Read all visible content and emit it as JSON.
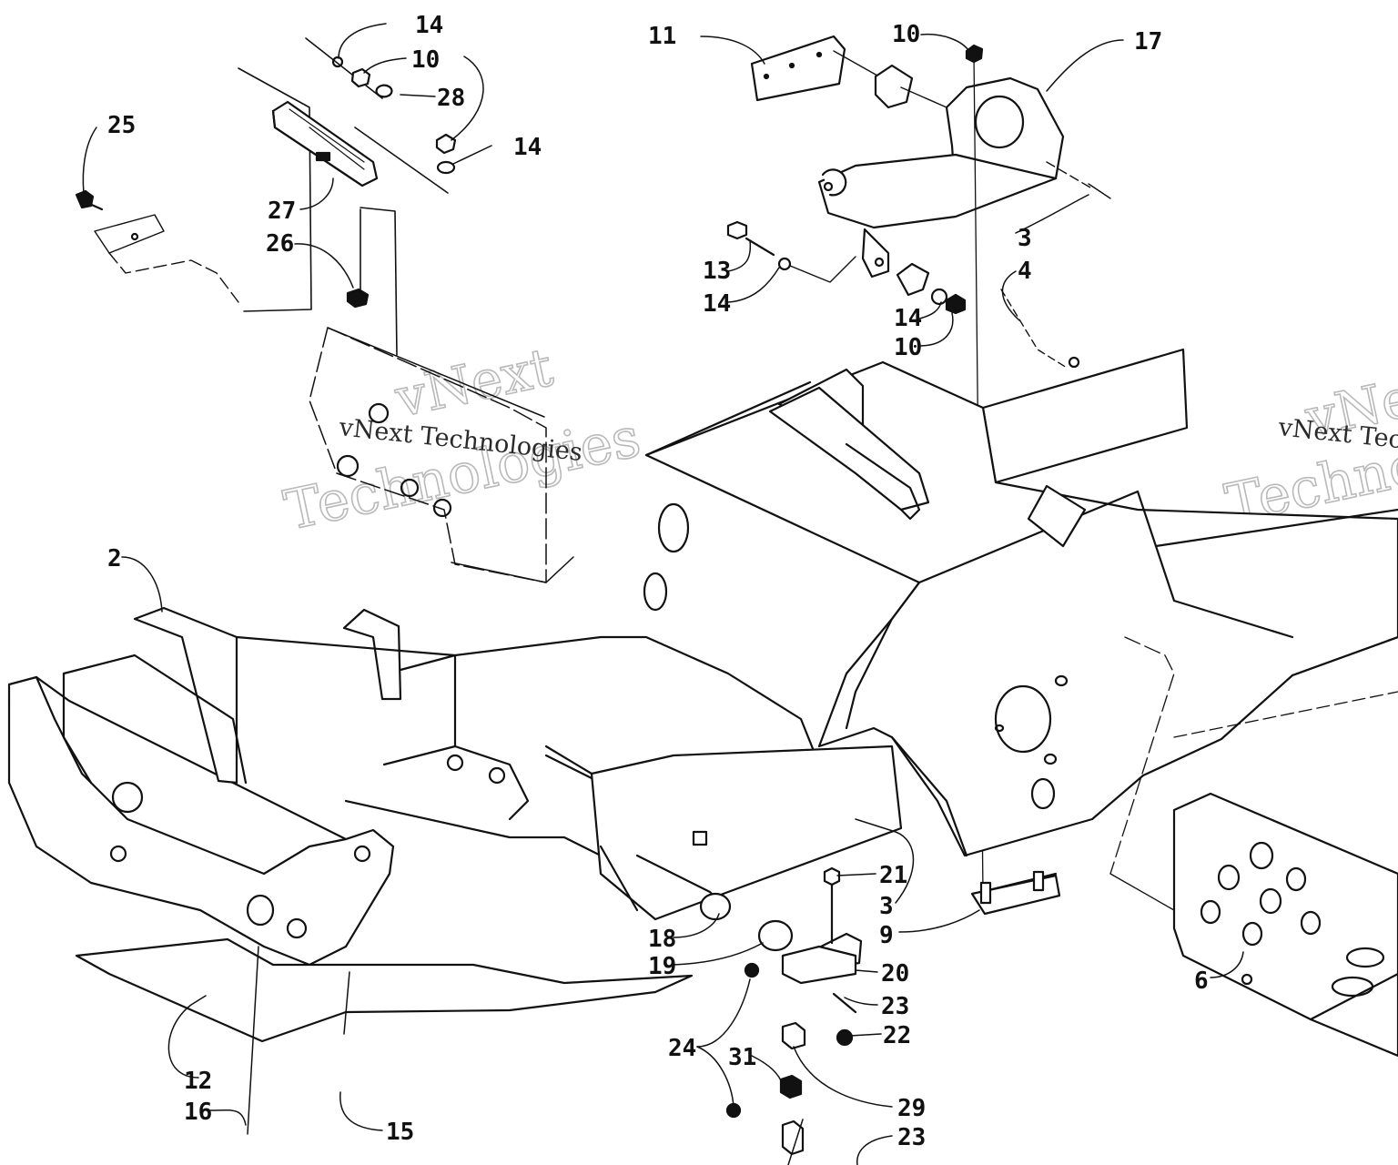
{
  "diagram": {
    "watermarks": [
      {
        "line1": "vNext",
        "line2": "Technologies",
        "overlay": "vNext Technologies"
      },
      {
        "line1": "vNext",
        "line2": "Technologies",
        "overlay": "vNext Technologies"
      }
    ],
    "callouts": {
      "c1": "14",
      "c2": "10",
      "c3": "28",
      "c4": "25",
      "c5": "14",
      "c6": "27",
      "c7": "26",
      "c8": "11",
      "c9": "10",
      "c10": "17",
      "c11": "3",
      "c12": "4",
      "c13": "13",
      "c14": "14",
      "c15": "14",
      "c16": "10",
      "c17": "2",
      "c18": "21",
      "c19": "3",
      "c20": "9",
      "c21": "18",
      "c22": "19",
      "c23": "20",
      "c24": "23",
      "c25": "22",
      "c26": "24",
      "c27": "31",
      "c28": "29",
      "c29": "23",
      "c30": "12",
      "c31": "16",
      "c32": "15",
      "c33": "6"
    }
  }
}
